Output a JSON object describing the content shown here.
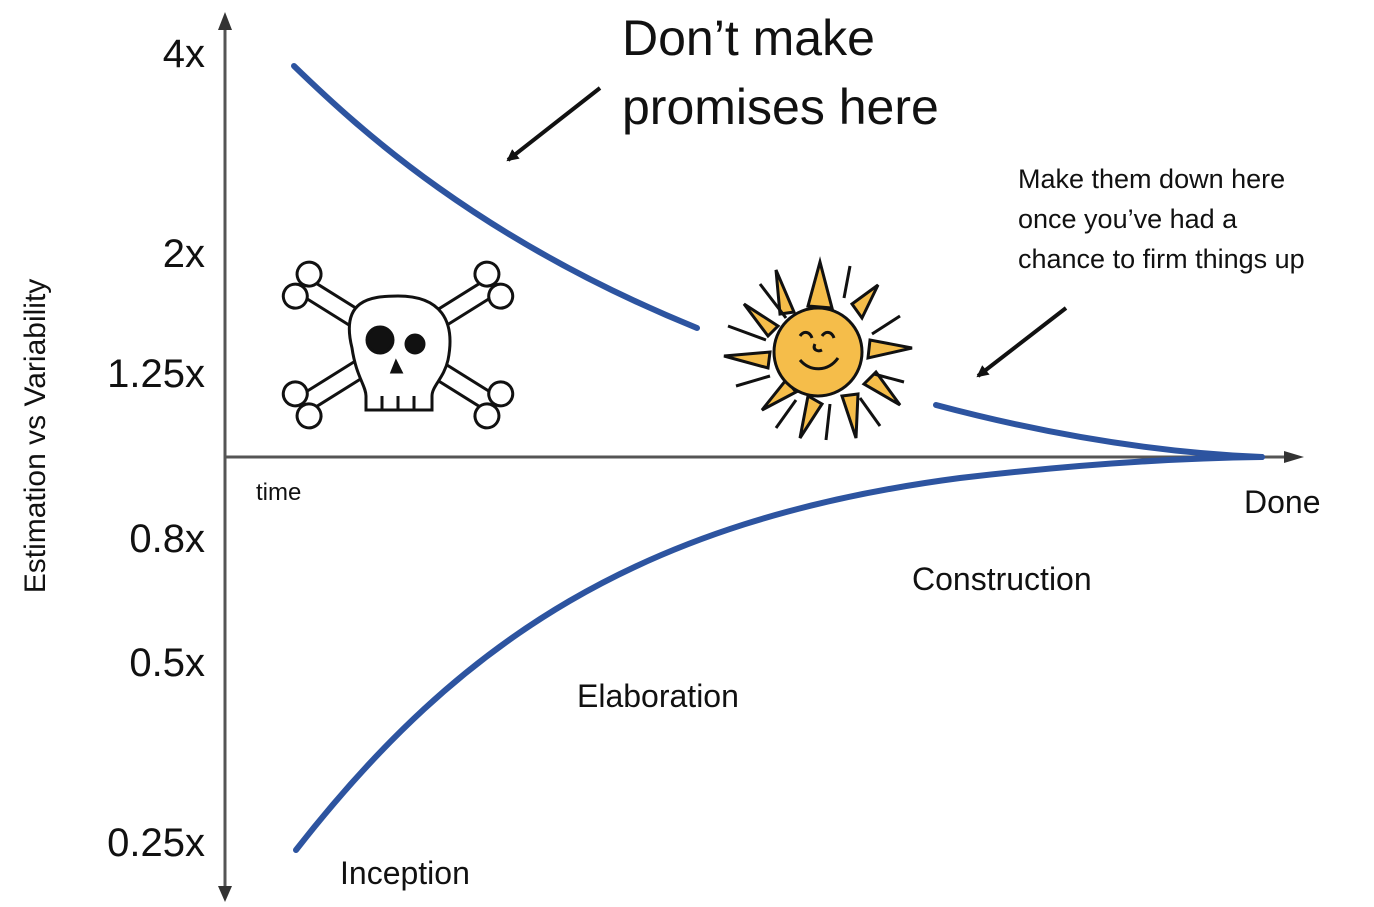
{
  "y_axis_label": "Estimation vs Variability",
  "y_ticks": [
    "4x",
    "2x",
    "1.25x",
    "0.8x",
    "0.5x",
    "0.25x"
  ],
  "x_axis_label": "time",
  "end_label": "Done",
  "callout_main": [
    "Don’t make",
    "promises here"
  ],
  "callout_secondary": [
    "Make them down here",
    "once you’ve had a",
    "chance to firm things up"
  ],
  "phases": {
    "inception": "Inception",
    "elaboration": "Elaboration",
    "construction": "Construction"
  },
  "colors": {
    "curve": "#2d54a0",
    "axis": "#555555",
    "sun": "#f5bd4a"
  },
  "icons": [
    "skull-and-crossbones-icon",
    "sun-icon"
  ]
}
